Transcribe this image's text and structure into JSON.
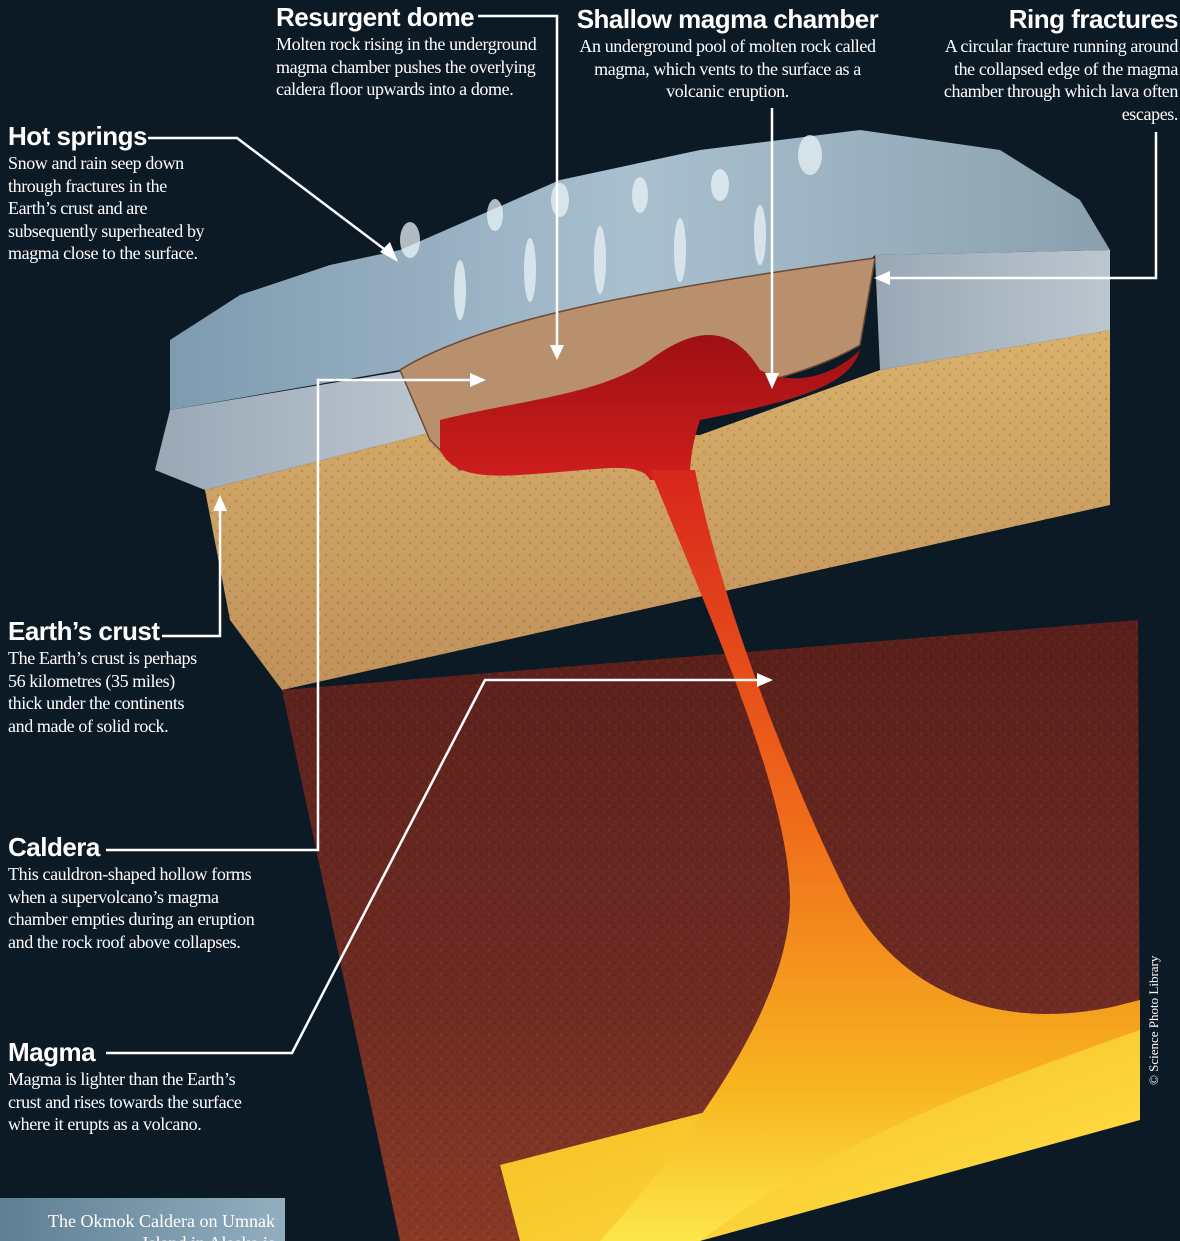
{
  "labels": {
    "resurgent_dome": {
      "title": "Resurgent dome",
      "text": "Molten rock rising in the underground magma chamber pushes the overlying caldera floor upwards into a dome."
    },
    "shallow_magma_chamber": {
      "title": "Shallow magma chamber",
      "text": "An underground pool of molten rock called magma, which vents to the surface as a volcanic eruption."
    },
    "ring_fractures": {
      "title": "Ring fractures",
      "text": "A circular fracture running around the collapsed edge of the magma chamber through which lava often escapes."
    },
    "hot_springs": {
      "title": "Hot springs",
      "text": "Snow and rain seep down through fractures in the Earth’s crust and are subsequently superheated by magma close to the surface."
    },
    "earths_crust": {
      "title": "Earth’s crust",
      "text": "The Earth’s crust is perhaps 56 kilometres (35 miles) thick under the continents and made of solid rock."
    },
    "caldera": {
      "title": "Caldera",
      "text": "This cauldron-shaped hollow forms when a supervolcano’s magma chamber empties during an eruption and the rock roof above collapses."
    },
    "magma": {
      "title": "Magma",
      "text": "Magma is lighter than the Earth’s crust and rises towards the surface where it erupts as a volcano."
    }
  },
  "credit": "© Science Photo Library",
  "photo_caption": "The Okmok Caldera on Umnak Island in Alaska is",
  "colors": {
    "background": "#0c1a26",
    "magma": "#c0181b",
    "crust_tan": "#cfa463",
    "mantle": "#6a2a22",
    "rock_grey": "#a8b4c0",
    "leader_line": "#ffffff"
  }
}
